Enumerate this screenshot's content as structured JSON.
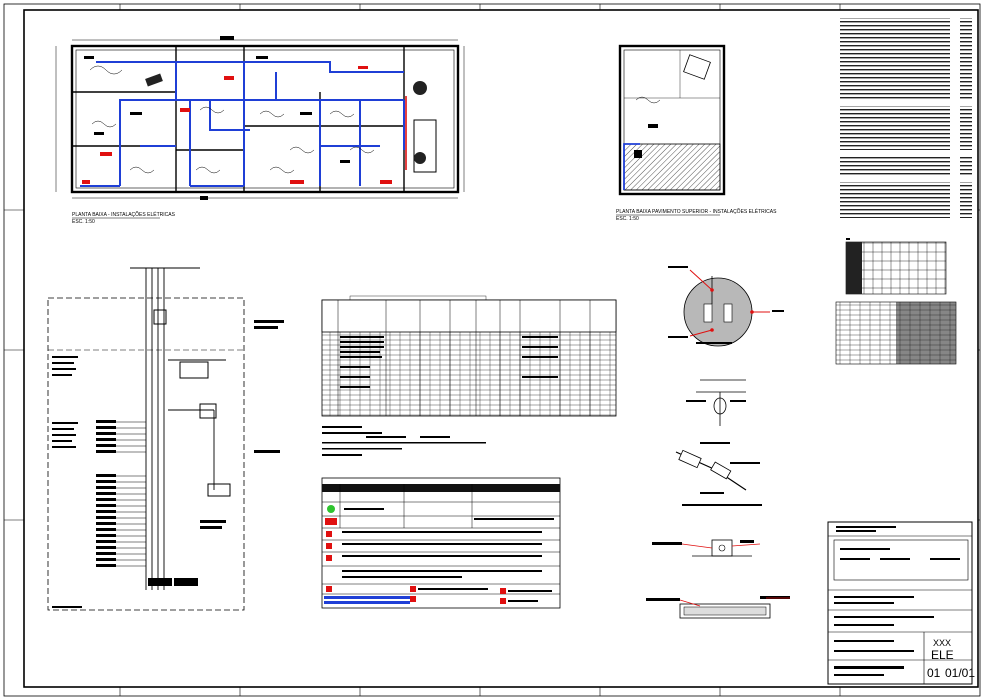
{
  "drawing": {
    "plan_ground_title": "PLANTA BAIXA - INSTALAÇÕES ELÉTRICAS",
    "plan_ground_scale": "ESC. 1:50",
    "plan_upper_title": "PLANTA BAIXA PAVIMENTO SUPERIOR - INSTALAÇÕES ELÉTRICAS",
    "plan_upper_scale": "ESC. 1:50"
  },
  "title_block": {
    "ref": "XXX",
    "discipline": "ELE",
    "sheet": "01",
    "sheet_of": "01/01"
  },
  "colors": {
    "conduit": "#1f3fd6",
    "highlight": "#e01010",
    "ink": "#000000",
    "hatch": "#555555",
    "detail_circle": "#b8b8b8"
  }
}
